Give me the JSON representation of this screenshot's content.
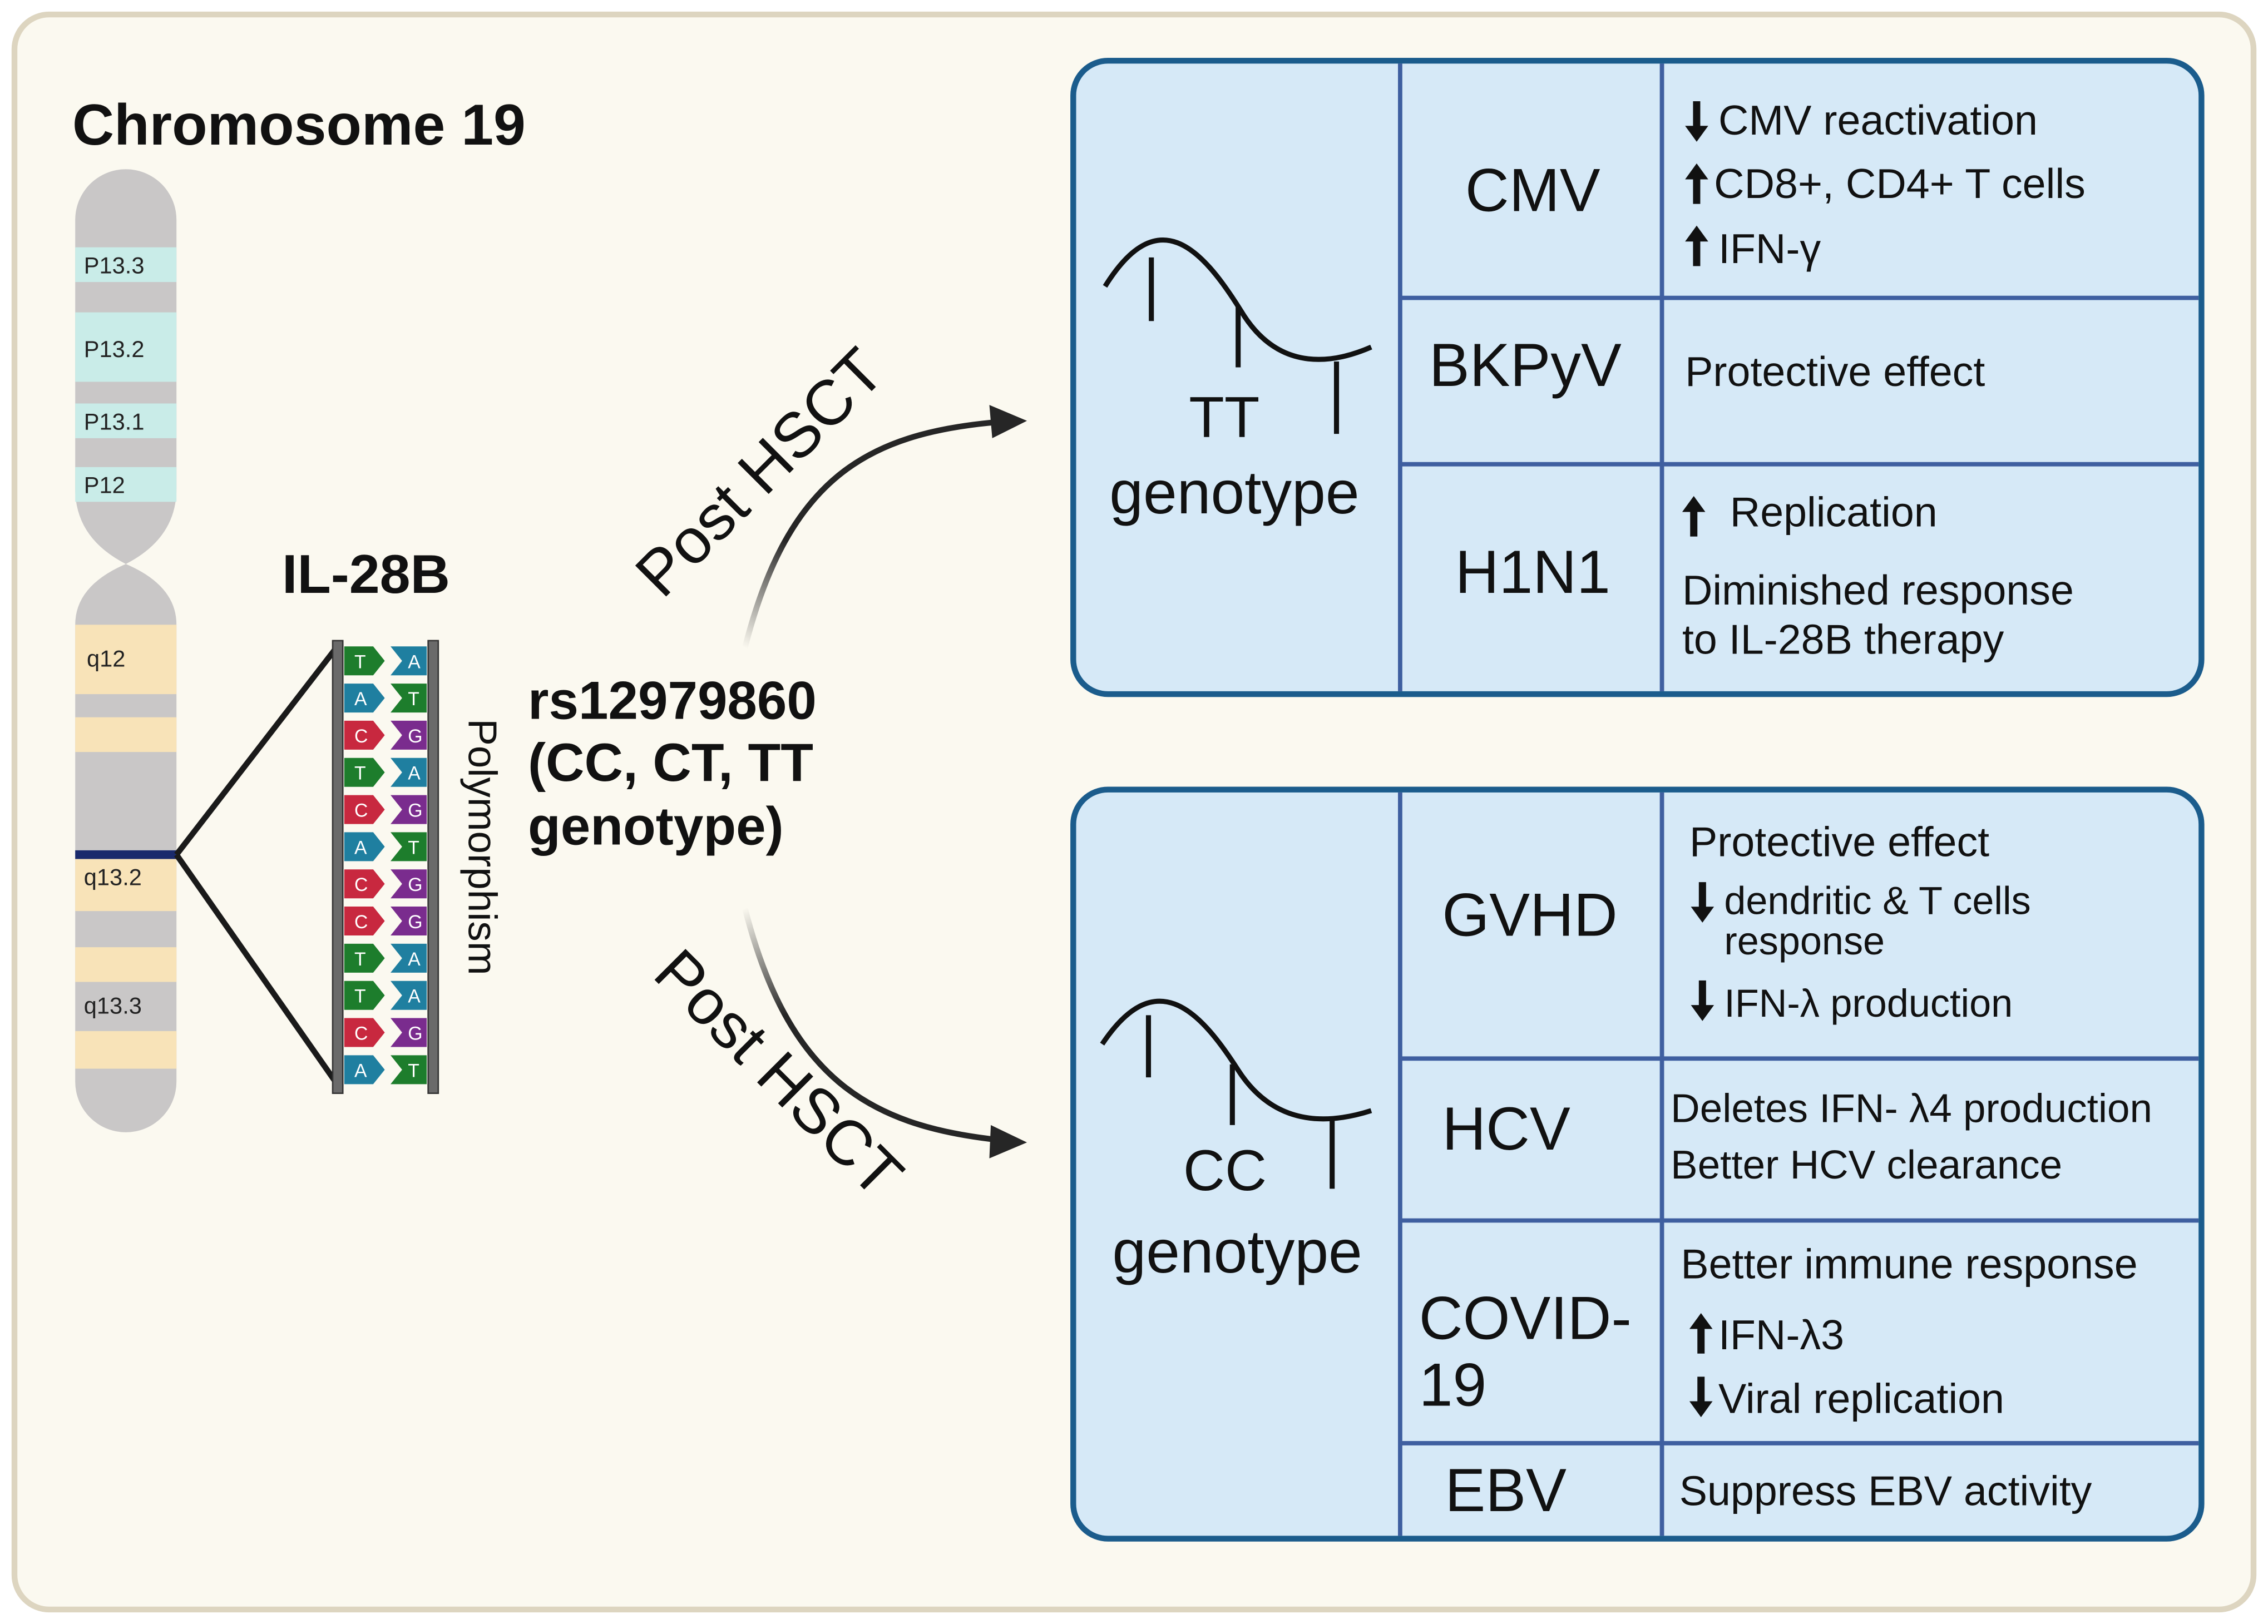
{
  "chromosome": {
    "title": "Chromosome 19",
    "bands": [
      "P13.3",
      "P13.2",
      "P13.1",
      "P12",
      "q12",
      "q13.2",
      "q13.3"
    ]
  },
  "gene": {
    "name": "IL-28B",
    "polymorphism_label": "Polymorphism",
    "dna_pairs": [
      [
        "T",
        "A"
      ],
      [
        "A",
        "T"
      ],
      [
        "C",
        "G"
      ],
      [
        "T",
        "A"
      ],
      [
        "C",
        "G"
      ],
      [
        "A",
        "T"
      ],
      [
        "C",
        "G"
      ],
      [
        "C",
        "G"
      ],
      [
        "T",
        "A"
      ],
      [
        "T",
        "A"
      ],
      [
        "C",
        "G"
      ],
      [
        "A",
        "T"
      ]
    ],
    "base_colors": {
      "A": "#1f7fa0",
      "T": "#1d7d2c",
      "C": "#c8283f",
      "G": "#7a2c8e"
    }
  },
  "snp": {
    "line1": "rs12979860",
    "line2": "(CC, CT, TT",
    "line3": "genotype)"
  },
  "arrows": {
    "upper_label": "Post HSCT",
    "lower_label": "Post HSCT"
  },
  "tt_panel": {
    "genotype_line1": "TT",
    "genotype_line2": "genotype",
    "rows": [
      {
        "disease": "CMV",
        "effects": [
          {
            "arrow": "down",
            "text": "CMV reactivation"
          },
          {
            "arrow": "up",
            "text": "CD8+, CD4+ T cells"
          },
          {
            "arrow": "up",
            "text": "IFN-γ"
          }
        ]
      },
      {
        "disease": "BKPyV",
        "effects": [
          {
            "arrow": "",
            "text": "Protective effect"
          }
        ]
      },
      {
        "disease": "H1N1",
        "effects": [
          {
            "arrow": "up",
            "text": "Replication"
          },
          {
            "arrow": "",
            "text": "Diminished response"
          },
          {
            "arrow": "",
            "text": "to IL-28B therapy"
          }
        ]
      }
    ]
  },
  "cc_panel": {
    "genotype_line1": "CC",
    "genotype_line2": "genotype",
    "rows": [
      {
        "disease": "GVHD",
        "effects": [
          {
            "arrow": "",
            "text": "Protective effect"
          },
          {
            "arrow": "down",
            "text": "dendritic & T cells"
          },
          {
            "arrow": "",
            "text": "response"
          },
          {
            "arrow": "down",
            "text": "IFN-λ production"
          }
        ]
      },
      {
        "disease": "HCV",
        "effects": [
          {
            "arrow": "",
            "text": "Deletes IFN- λ4 production"
          },
          {
            "arrow": "",
            "text": "Better HCV clearance"
          }
        ]
      },
      {
        "disease_line1": "COVID-",
        "disease_line2": "19",
        "effects": [
          {
            "arrow": "",
            "text": "Better immune response"
          },
          {
            "arrow": "up",
            "text": "IFN-λ3"
          },
          {
            "arrow": "down",
            "text": "Viral replication"
          }
        ]
      },
      {
        "disease": "EBV",
        "effects": [
          {
            "arrow": "",
            "text": "Suppress EBV activity"
          }
        ]
      }
    ]
  },
  "colors": {
    "background": "#fbf9f0",
    "frame": "#ddd5c0",
    "panel_fill": "#d6e9f7",
    "panel_border": "#1b5c8c",
    "grid_line": "#3f5fa0",
    "band_teal": "#c9ece8",
    "band_tan": "#f8e3b8",
    "chromosome_gray": "#c9c7c7",
    "centromere_mark": "#1a2a6c"
  }
}
